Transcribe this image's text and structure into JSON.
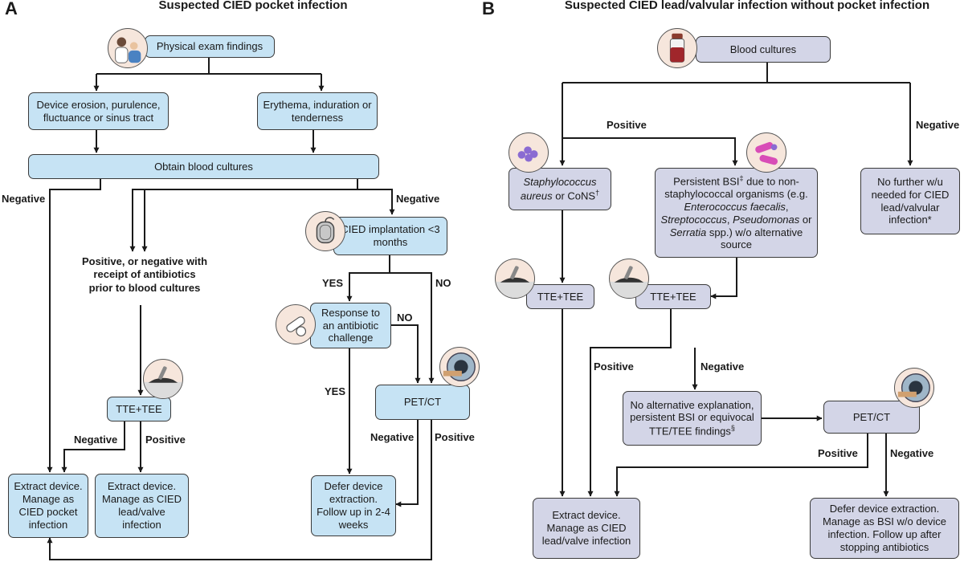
{
  "panel_a": {
    "letter": "A",
    "title": "Suspected CIED pocket infection",
    "physical_exam": "Physical exam findings",
    "erosion": "Device erosion, purulence, fluctuance or sinus tract",
    "erythema": "Erythema, induration or tenderness",
    "obtain_cultures": "Obtain blood cultures",
    "negative_left": "Negative",
    "negative_right": "Negative",
    "positive_or_negative": "Positive, or negative with receipt of antibiotics prior to blood cultures",
    "implant": "CIED implantation <3 months",
    "yes_1": "YES",
    "no_1": "NO",
    "response": "Response to an antibiotic challenge",
    "no_2": "NO",
    "yes_2": "YES",
    "tte_tee": "TTE+TEE",
    "pet_ct": "PET/CT",
    "tte_negative": "Negative",
    "tte_positive": "Positive",
    "pet_negative": "Negative",
    "pet_positive": "Positive",
    "extract_pocket": "Extract device. Manage as CIED pocket infection",
    "extract_lead": "Extract device. Manage as CIED lead/valve infection",
    "defer": "Defer device extraction. Follow up in 2-4 weeks"
  },
  "panel_b": {
    "letter": "B",
    "title": "Suspected CIED lead/valvular infection without pocket infection",
    "blood_cultures": "Blood cultures",
    "positive": "Positive",
    "negative": "Negative",
    "staph_1": "Staphylococcus",
    "staph_2": "aureus",
    "staph_3": " or CoNS",
    "dagger": "†",
    "bsi_1": "Persistent BSI",
    "bsi_dd": "‡",
    "bsi_2": " due to non-staphylococcal organisms (e.g. ",
    "bsi_ent": "Enterococcus faecalis",
    "bsi_3": ", ",
    "bsi_strep": "Streptococcus",
    "bsi_4": ", ",
    "bsi_pseudo": "Pseudomonas",
    "bsi_5": " or ",
    "bsi_serr": "Serratia",
    "bsi_6": " spp.) w/o alternative source",
    "no_further": "No further w/u needed for CIED lead/valvular infection*",
    "tte_tee_left": "TTE+TEE",
    "tte_tee_right": "TTE+TEE",
    "tte_positive": "Positive",
    "tte_negative": "Negative",
    "noalt_1": "No alternative explanation, persistent BSI or equivocal TTE/TEE findings",
    "section": "§",
    "pet_ct": "PET/CT",
    "pet_positive": "Positive",
    "pet_negative": "Negative",
    "extract": "Extract device. Manage as CIED lead/valve infection",
    "defer": "Defer device extraction. Manage as BSI w/o device infection. Follow up after stopping antibiotics"
  },
  "colors": {
    "box_a": "#c6e3f4",
    "box_b": "#d3d5e7",
    "icon_bg": "#f6e6dc",
    "line": "#1a1a1a"
  },
  "icons": [
    "doctor-patient-icon",
    "pacemaker-icon",
    "pills-icon",
    "echo-probe-icon",
    "pet-scanner-icon",
    "blood-vial-icon",
    "cocci-icon",
    "bacteria-icon"
  ]
}
